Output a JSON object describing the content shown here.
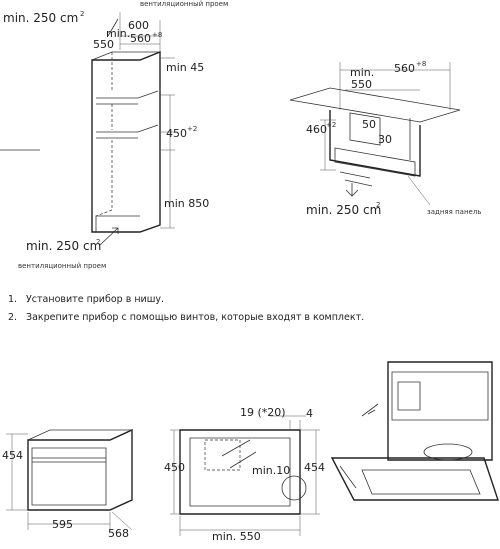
{
  "figure1": {
    "vent_top": "вентиляционный проем",
    "min_area_top": "min. 250 cm",
    "sq_top": "2",
    "w600": "600",
    "w560": "560",
    "w560_tol": "+8",
    "min": "min.",
    "w550": "550",
    "d45": "min 45",
    "h450": "450",
    "h450_tol": "+2",
    "h850": "min 850",
    "min_area_bottom": "min. 250 cm",
    "sq_bottom": "2",
    "vent_bottom": "вентиляционный проем"
  },
  "figure2": {
    "min": "min.",
    "w550": "550",
    "w560": "560",
    "w560_tol": "+8",
    "h460": "460",
    "h460_tol": "+2",
    "d50": "50",
    "d30": "30",
    "min_area": "min. 250 cm",
    "sq": "2",
    "back_panel": "задняя панель"
  },
  "steps": [
    {
      "num": "1.",
      "text": "Установите прибор в нишу."
    },
    {
      "num": "2.",
      "text": "Закрепите прибор с помощью винтов, которые входят в комплект."
    }
  ],
  "figure3": {
    "h454": "454",
    "w595": "595",
    "d568": "568"
  },
  "figure4": {
    "d19": "19 (*20)",
    "d4": "4",
    "h450": "450",
    "h454": "454",
    "min10": "min.10",
    "min550": "min. 550"
  }
}
